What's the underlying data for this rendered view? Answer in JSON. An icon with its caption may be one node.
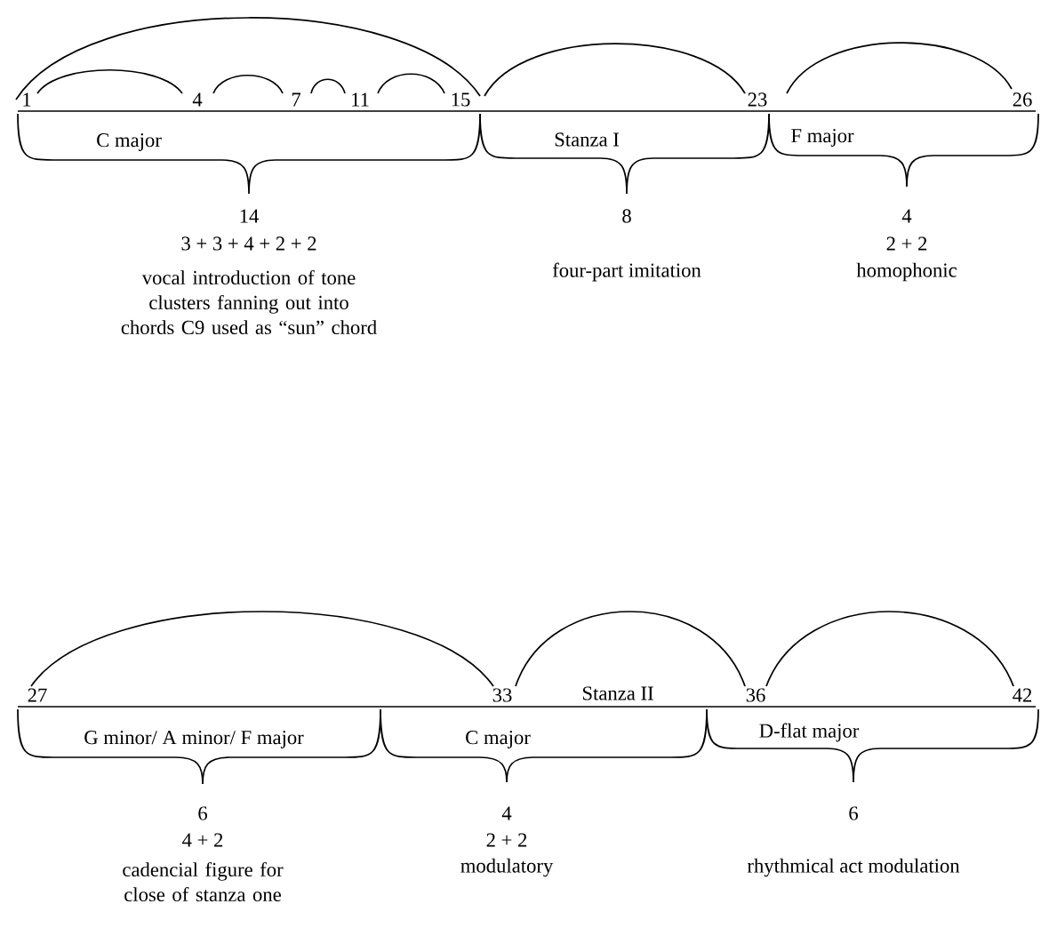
{
  "diagram": {
    "labels": [
      "1",
      "4",
      "7",
      "11",
      "15",
      "23",
      "26",
      "C major",
      "Stanza I",
      "F major",
      "14",
      "8",
      "4",
      "3 + 3 + 4 + 2 + 2",
      "2 + 2",
      "vocal introduction of tone clusters fanning out into chords C9 used as “sun” chord",
      "four-part imitation",
      "homophonic",
      "27",
      "33",
      "Stanza II",
      "36",
      "42",
      "G minor/ A minor/ F major",
      "C major",
      "D-flat major",
      "6",
      "4",
      "6",
      "4 + 2",
      "2 + 2",
      "cadencial figure for close of stanza one",
      "modulatory",
      "rhythmical act modulation"
    ]
  }
}
